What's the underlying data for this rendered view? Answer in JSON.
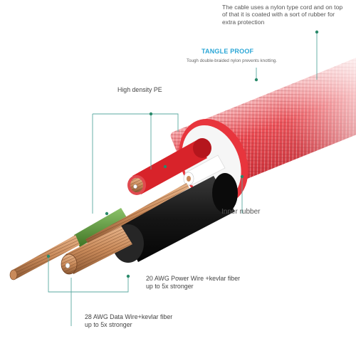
{
  "labels": {
    "nylon_note": "The cable uses a nylon type cord and on top\nof that it is coated with a sort of rubber for\nextra protection",
    "tangle_proof_title": "TANGLE PROOF",
    "tangle_proof_desc": "Tough double-braided nylon prevents knotting.",
    "high_density": "High density PE",
    "inner_rubber": "Inner rubber",
    "power_wire": "20 AWG Power Wire +kevlar fiber\nup to 5x stronger",
    "data_wire": "28 AWG Data Wire+kevlar fiber\nup to 5x stronger"
  },
  "colors": {
    "jacket_red": "#e8353d",
    "inner_white": "#f6f6f6",
    "wire_red": "#d8232a",
    "wire_white": "#ffffff",
    "wire_black": "#151515",
    "wire_green": "#5f9a3a",
    "copper": "#c98a5a",
    "callout_line": "#5aa9a0",
    "accent_blue": "#2aa6d6"
  }
}
